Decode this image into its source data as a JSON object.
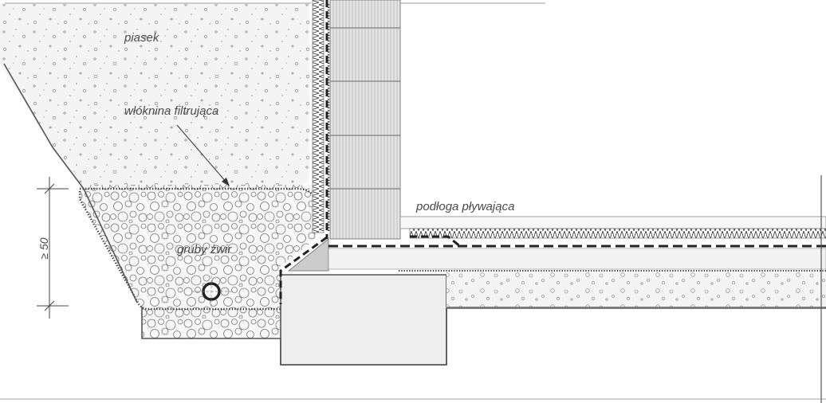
{
  "labels": {
    "sand": "piasek",
    "filter_fabric": "włóknina filtrująca",
    "coarse_gravel": "gruby żwir",
    "floating_floor": "podłoga pływająca",
    "dimension": "≥ 50"
  },
  "colors": {
    "line": "#333333",
    "sand_fill": "#f4f4f4",
    "gravel_fill": "#f7f7f7",
    "concrete": "#eeeeee",
    "wall_block": "#d9d9d9",
    "insulation": "#bbbbbb",
    "text": "#4a4a4a"
  }
}
